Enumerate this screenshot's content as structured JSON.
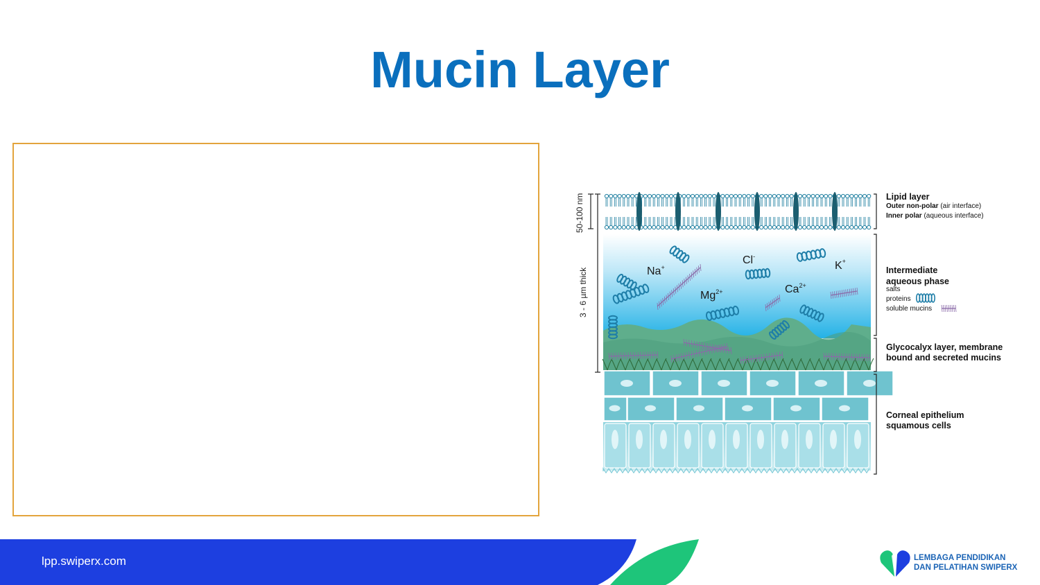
{
  "slide": {
    "title": "Mucin Layer"
  },
  "diagram": {
    "scale_lipid": "50-100 nm",
    "scale_thick": "3 - 6 µm thick",
    "lipid": {
      "title": "Lipid layer",
      "outer_bold": "Outer non-polar",
      "outer_rest": " (air interface)",
      "inner_bold": "Inner polar",
      "inner_rest": " (aqueous interface)"
    },
    "aqueous": {
      "title_line1": "Intermediate",
      "title_line2": "aqueous phase",
      "salts": "salts",
      "proteins": "proteins",
      "mucins": "soluble mucins"
    },
    "glycocalyx": {
      "line1": "Glycocalyx layer, membrane",
      "line2": "bound and secreted mucins"
    },
    "epithelium": {
      "line1": "Corneal epithelium",
      "line2": "squamous cells"
    },
    "ions": {
      "na": "Na",
      "na_sup": "+",
      "cl": "Cl",
      "cl_sup": "-",
      "k": "K",
      "k_sup": "+",
      "mg": "Mg",
      "mg_sup": "2+",
      "ca": "Ca",
      "ca_sup": "2+"
    },
    "colors": {
      "membrane": "#1f7fa0",
      "aqueous_top": "#ffffff",
      "aqueous_bottom": "#2bb6e8",
      "glycocalyx": "#5aaa8a",
      "cells": "#6fc3cf",
      "protein": "#1e7ea8",
      "mucin": "#8a6aa8"
    }
  },
  "footer": {
    "url": "lpp.swiperx.com",
    "logo_line1": "LEMBAGA PENDIDIKAN",
    "logo_line2": "DAN PELATIHAN SWIPERX",
    "colors": {
      "blue": "#1d3fe0",
      "green": "#1ec57a"
    }
  }
}
